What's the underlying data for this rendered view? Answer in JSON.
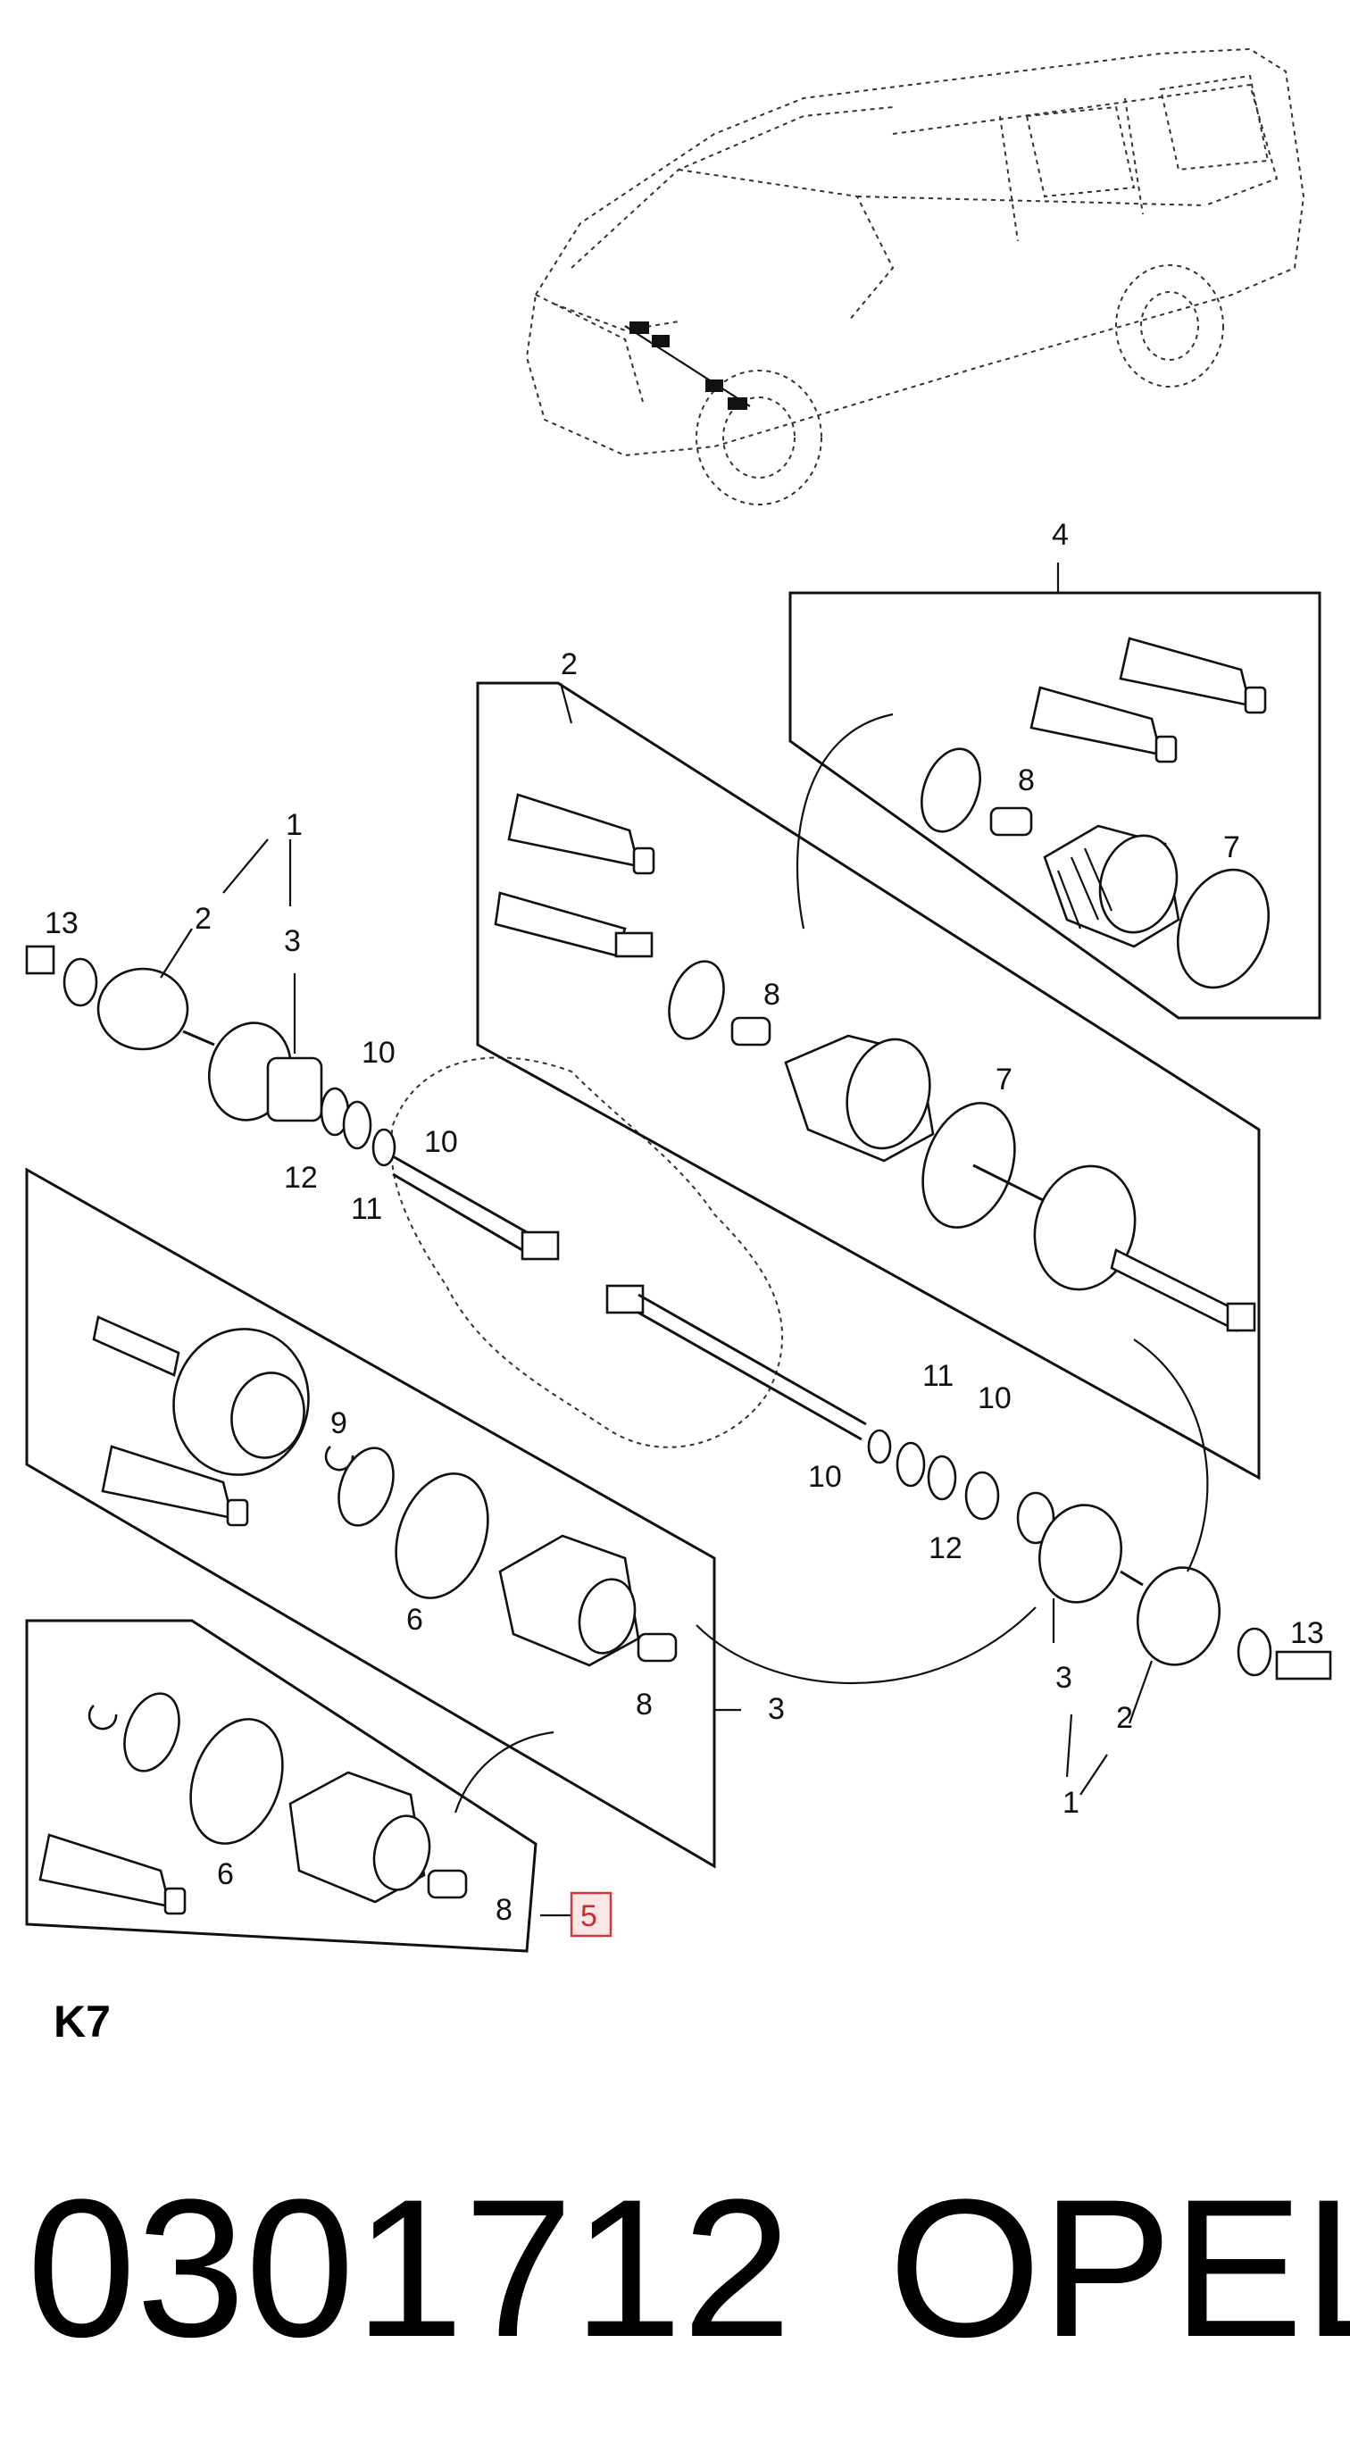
{
  "diagram": {
    "callouts": {
      "c1_top_left": "1",
      "c2_top_left": "2",
      "c3_top_left": "3",
      "c13_left": "13",
      "c10_a": "10",
      "c10_b": "10",
      "c12_left": "12",
      "c11_left": "11",
      "c2_kit": "2",
      "c8_kit2": "8",
      "c7_kit2": "7",
      "c4_kit": "4",
      "c8_kit4": "8",
      "c7_kit4": "7",
      "c9_kit3": "9",
      "c6_kit3": "6",
      "c8_kit3": "8",
      "c3_kit": "3",
      "c6_kit5": "6",
      "c8_kit5": "8",
      "c5_kit": "5",
      "c11_right": "11",
      "c10_right_a": "10",
      "c10_right_b": "10",
      "c12_right": "12",
      "c13_right": "13",
      "c3_right": "3",
      "c2_right": "2",
      "c1_right": "1"
    },
    "highlighted_callout": "5",
    "highlight_color": "#d23a3a"
  },
  "labels": {
    "diagram_code": "K7",
    "part_number": "0301712",
    "brand": "OPEL"
  }
}
